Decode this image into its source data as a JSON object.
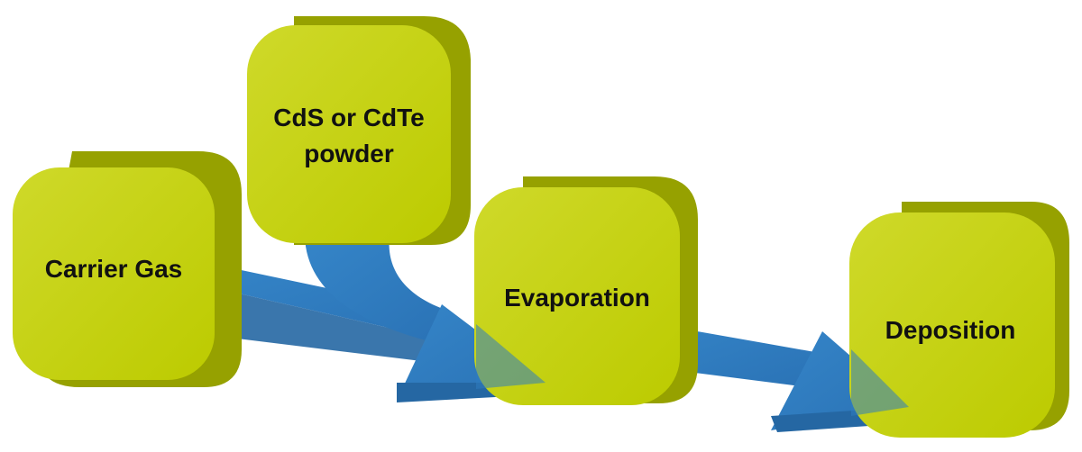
{
  "colors": {
    "node_face": "#c2cf00",
    "node_side": "#96a100",
    "node_face_highlight": "#cfd92a",
    "arrow": "#2f7bbf",
    "arrow_dark": "#2567a3",
    "label": "#111111"
  },
  "nodes": {
    "carrier_gas": {
      "label": "Carrier Gas"
    },
    "powder": {
      "line1": "CdS or CdTe",
      "line2": "powder"
    },
    "evaporation": {
      "label": "Evaporation"
    },
    "deposition": {
      "label": "Deposition"
    }
  },
  "edges": [
    {
      "from": "Carrier Gas",
      "to": "Evaporation"
    },
    {
      "from": "CdS or CdTe powder",
      "to": "Evaporation"
    },
    {
      "from": "Evaporation",
      "to": "Deposition"
    }
  ]
}
